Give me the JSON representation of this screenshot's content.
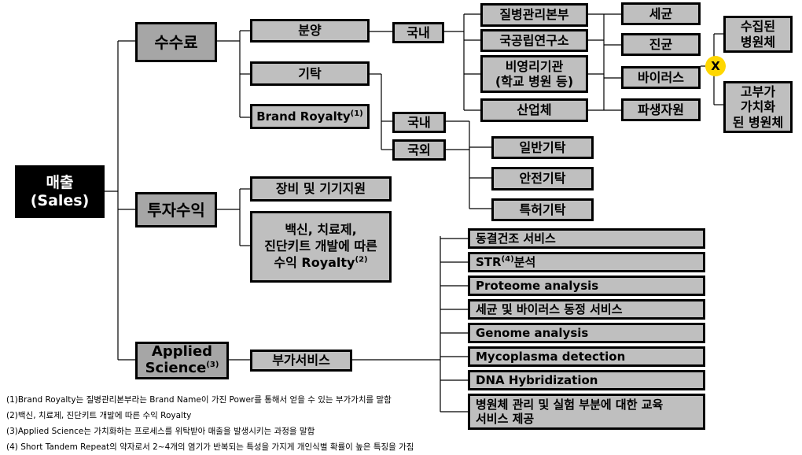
{
  "root": {
    "line1": "매출",
    "line2": "(Sales)"
  },
  "level1": {
    "fees": "수수료",
    "investment": "투자수익",
    "applied_main": "Applied",
    "applied_sub": "Science",
    "applied_sup": "(3)"
  },
  "fees": {
    "distribution": "분양",
    "consignment": "기탁",
    "brand_royalty": "Brand Royalty",
    "brand_royalty_sup": "(1)"
  },
  "distribution_domestic": "국내",
  "distribution_sources": [
    "질병관리본부",
    "국공립연구소",
    "비영리기관",
    "(학교 병원 등)",
    "산업체"
  ],
  "pathogen_types": [
    "세균",
    "진균",
    "바이러스",
    "파생자원"
  ],
  "x_label": "X",
  "outcomes": {
    "collected_line1": "수집된",
    "collected_line2": "병원체",
    "high_line1": "고부가",
    "high_line2": "가치화",
    "high_line3": "된 병원체"
  },
  "consignment": {
    "domestic": "국내",
    "foreign": "국외",
    "types": [
      "일반기탁",
      "안전기탁",
      "특허기탁"
    ]
  },
  "investment": {
    "equipment": "장비 및 기기지원",
    "royalty_line1": "백신, 치료제,",
    "royalty_line2": "진단키트 개발에 따른",
    "royalty_line3": "수익 Royalty",
    "royalty_sup": "(2)"
  },
  "applied": {
    "services": "부가서비스",
    "items": [
      "동결건조 서비스",
      "STR",
      "Proteome analysis",
      "세균 및 바이러스 동정 서비스",
      "Genome analysis",
      "Mycoplasma detection",
      "DNA Hybridization",
      "병원체 관리 및 실험 부분에 대한 교육",
      "서비스 제공"
    ],
    "str_sup": "(4)",
    "str_suffix": "분석"
  },
  "notes": [
    "(1)Brand Royalty는 질병관리본부라는 Brand Name이 가진 Power를 통해서 얻을 수 있는 부가가치를 말함",
    "(2)백신, 치료제, 진단키트 개발에 따른 수익 Royalty",
    "(3)Applied Science는 가치화하는 프로세스를 위탁받아 매출을 발생시키는 과정을 말함",
    "(4) Short Tandem Repeat의 약자로서 2~4개의 염기가 반복되는 특성을 가지게 개인식별 확률이 높은 특징을 가짐"
  ]
}
